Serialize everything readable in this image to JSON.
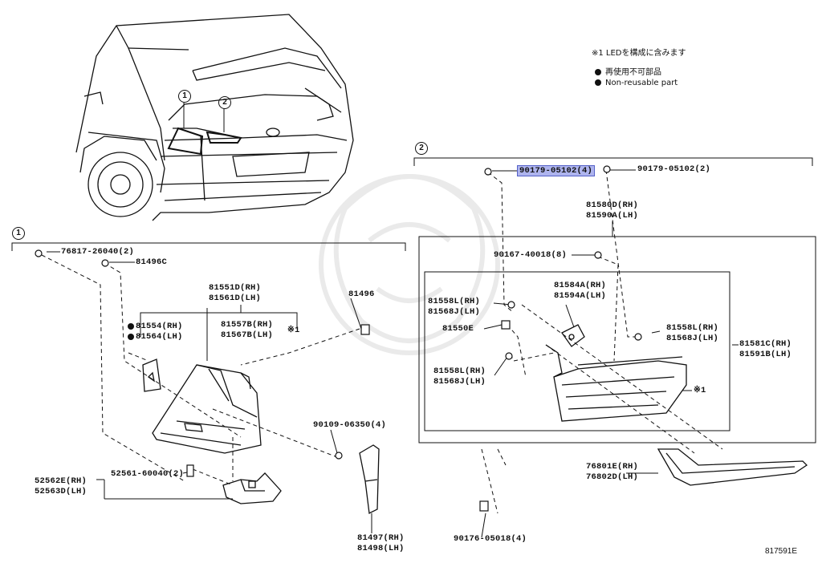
{
  "legend": {
    "led_note": "※1 LEDを構成に含みます",
    "nonreusable_jp": "再使用不可部品",
    "nonreusable_en": "Non-reusable part"
  },
  "callouts": {
    "one": "1",
    "two": "2"
  },
  "asterisk": "※1",
  "reference_code": "817591E",
  "parts": {
    "p_90179_a": "90179-05102(4)",
    "p_90179_b": "90179-05102(2)",
    "p_81580D": "81580D(RH)",
    "p_81590A": "81590A(LH)",
    "p_90167": "90167-40018(8)",
    "p_81558L_a": "81558L(RH)",
    "p_81568J_a": "81568J(LH)",
    "p_81584A": "81584A(RH)",
    "p_81594A": "81594A(LH)",
    "p_81550E": "81550E",
    "p_81558L_b": "81558L(RH)",
    "p_81568J_b": "81568J(LH)",
    "p_81558L_c": "81558L(RH)",
    "p_81568J_c": "81568J(LH)",
    "p_81581C": "81581C(RH)",
    "p_81591B": "81591B(LH)",
    "p_76801E": "76801E(RH)",
    "p_76802D": "76802D(LH)",
    "p_90176": "90176-05018(4)",
    "p_76817": "76817-26040(2)",
    "p_81496C": "81496C",
    "p_81551D": "81551D(RH)",
    "p_81561D": "81561D(LH)",
    "p_81496": "81496",
    "p_81554": "81554(RH)",
    "p_81564": "81564(LH)",
    "p_81557B": "81557B(RH)",
    "p_81567B": "81567B(LH)",
    "p_90109": "90109-06350(4)",
    "p_52562E": "52562E(RH)",
    "p_52563D": "52563D(LH)",
    "p_52561": "52561-60040(2)",
    "p_81497": "81497(RH)",
    "p_81498": "81498(LH)"
  }
}
